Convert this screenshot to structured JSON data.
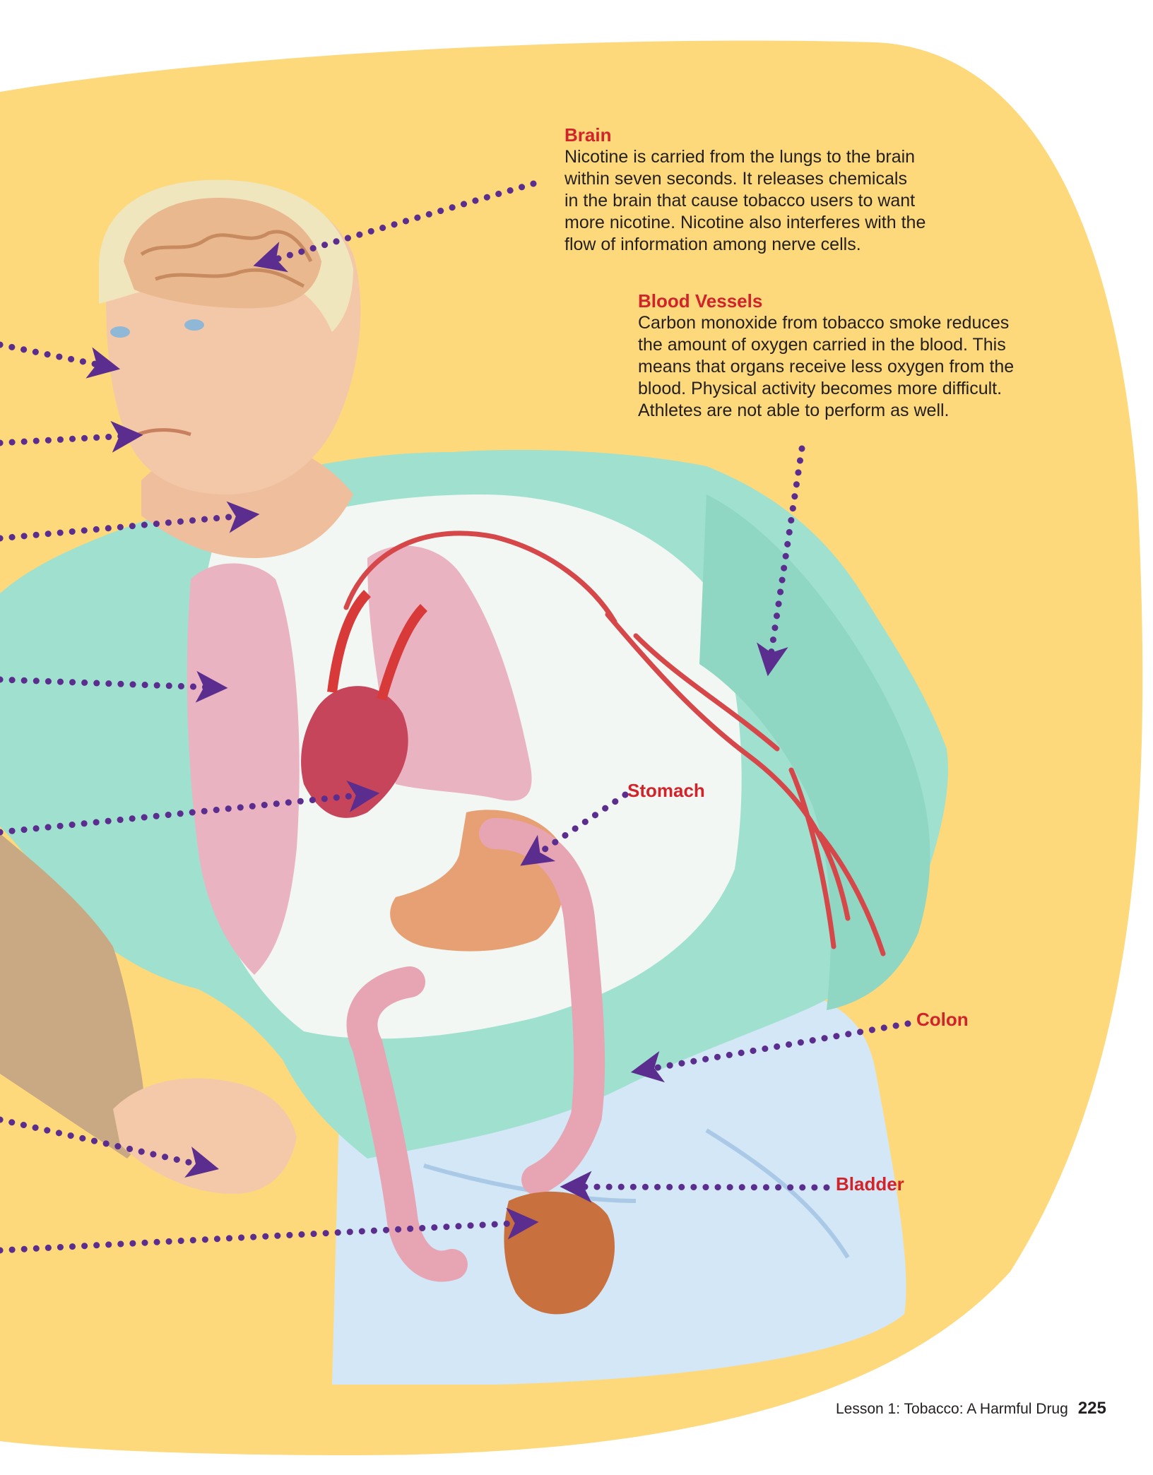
{
  "callouts": {
    "brain": {
      "heading": "Brain",
      "lines": [
        "Nicotine is carried from the lungs to the brain",
        "within seven seconds. It releases chemicals",
        "in the brain that cause tobacco users to want",
        "more nicotine. Nicotine also interferes with the",
        "flow of information among nerve cells."
      ]
    },
    "blood_vessels": {
      "heading": "Blood Vessels",
      "lines": [
        "Carbon monoxide from tobacco smoke reduces",
        "the amount of oxygen carried in the blood. This",
        "means that organs receive less oxygen from the",
        "blood. Physical activity becomes more difficult.",
        "Athletes are not able to perform as well."
      ]
    },
    "stomach": {
      "heading": "Stomach"
    },
    "colon": {
      "heading": "Colon"
    },
    "bladder": {
      "heading": "Bladder"
    }
  },
  "footer": {
    "lesson": "Lesson 1: Tobacco: A Harmful Drug",
    "page_number": "225"
  },
  "colors": {
    "background_blob": "#fdd97c",
    "heading_red": "#d2232a",
    "arrow_purple": "#5b2d8e",
    "shirt_teal": "#8fdccb",
    "pants_blue": "#cfe4f5",
    "skin": "#f2c3a3",
    "lungs": "#e9b2c0"
  }
}
